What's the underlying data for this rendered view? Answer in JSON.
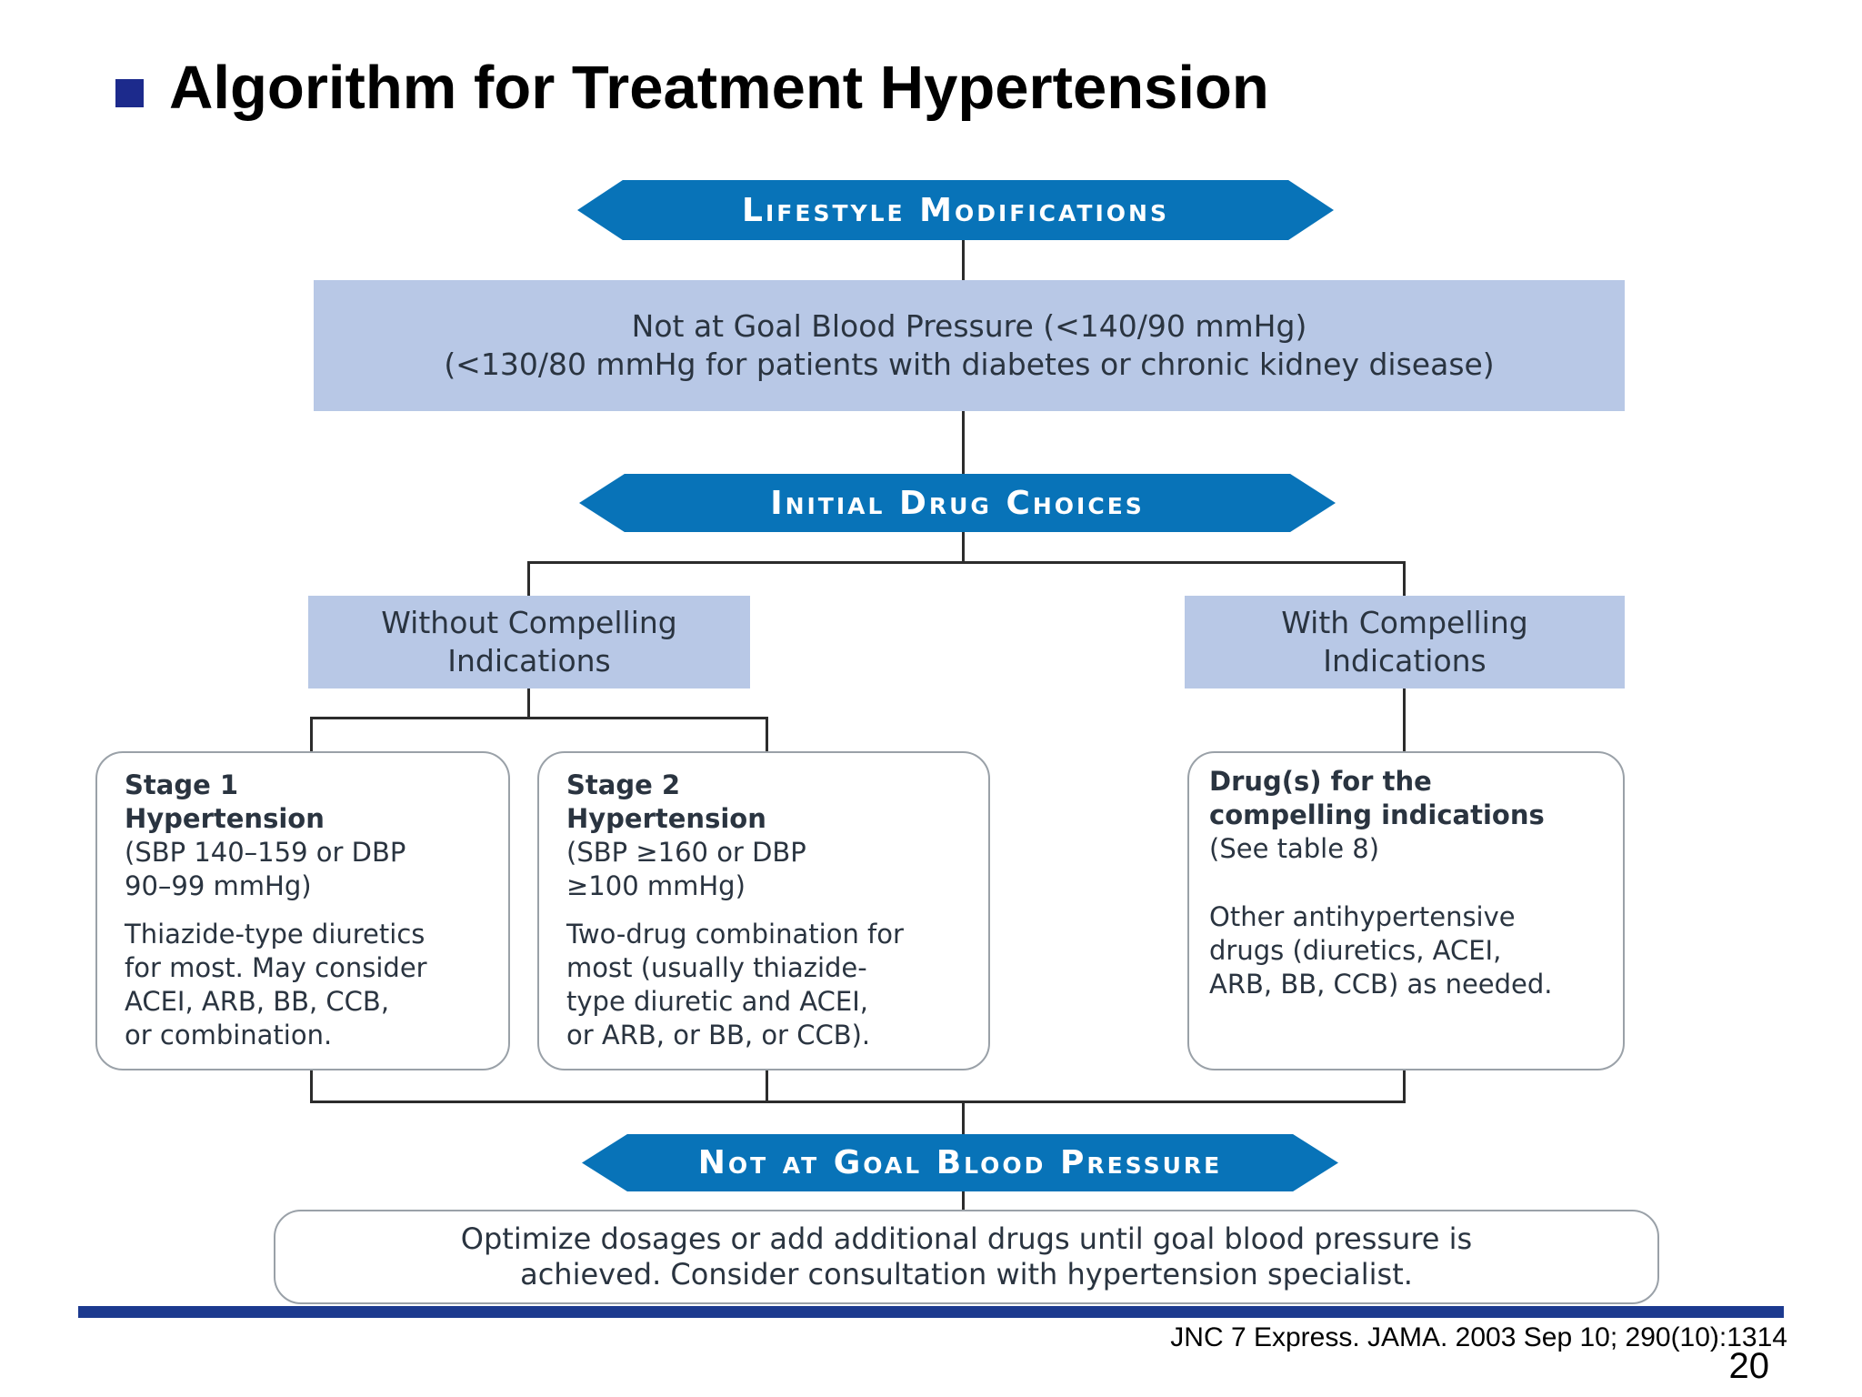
{
  "slide": {
    "title": "Algorithm for Treatment Hypertension",
    "citation": "JNC 7 Express. JAMA. 2003 Sep 10; 290(10):1314",
    "page_number": "20"
  },
  "colors": {
    "banner": "#0873b8",
    "shade": "#b8c8e6",
    "title_bullet": "#1c2a8c",
    "footer_bar": "#1c3a8f"
  },
  "diagram": {
    "banner_lifestyle": "Lifestyle Modifications",
    "goal_box": {
      "line1": "Not at Goal Blood Pressure (<140/90 mmHg)",
      "line2": "(<130/80 mmHg for patients with diabetes or chronic kidney disease)"
    },
    "banner_initial": "Initial Drug Choices",
    "without_compelling": "Without Compelling\nIndications",
    "with_compelling": "With Compelling\nIndications",
    "stage1": {
      "heading": "Stage 1\nHypertension",
      "criteria": "(SBP 140–159 or DBP\n90–99 mmHg)",
      "treatment": "Thiazide-type diuretics\nfor most. May consider\nACEI, ARB, BB, CCB,\nor combination."
    },
    "stage2": {
      "heading": "Stage 2\nHypertension",
      "criteria": "(SBP ≥160 or DBP\n≥100 mmHg)",
      "treatment": "Two-drug combination for\nmost (usually thiazide-\ntype diuretic and ACEI,\nor ARB, or BB, or CCB)."
    },
    "compelling_drugs": {
      "heading": "Drug(s) for the\ncompelling indications",
      "reference": "(See table 8)",
      "other": "Other antihypertensive\ndrugs (diuretics, ACEI,\nARB, BB, CCB) as needed."
    },
    "banner_not_goal": "Not at Goal Blood Pressure",
    "final_box": "Optimize dosages or add additional drugs until goal blood pressure is\nachieved. Consider consultation with hypertension specialist."
  }
}
